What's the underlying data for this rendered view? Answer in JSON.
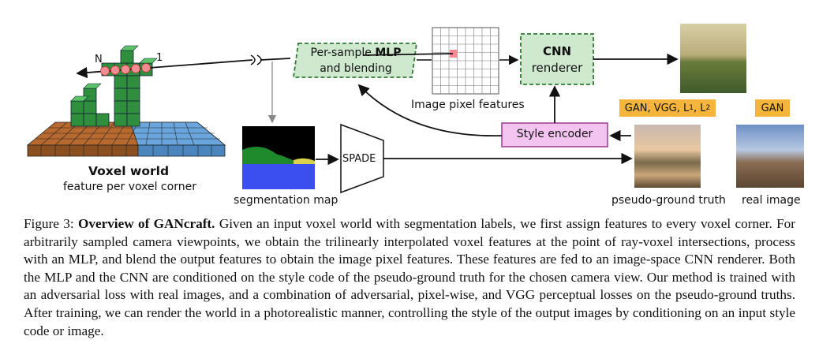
{
  "figure": {
    "voxel_title": "Voxel world",
    "voxel_subtitle": "feature per voxel corner",
    "ray_end_n": "N",
    "ray_end_1": "1",
    "mlp_line1_prefix": "Per-sample ",
    "mlp_line1_bold": "MLP",
    "mlp_line2": "and blending",
    "pixel_features_label": "Image pixel features",
    "cnn_title": "CNN",
    "cnn_sub": "renderer",
    "style_encoder": "Style encoder",
    "losses_pseudo_prefix": "GAN, VGG, L",
    "losses_pseudo_sub1": "1",
    "losses_pseudo_mid": ", L",
    "losses_pseudo_sub2": "2",
    "losses_real": "GAN",
    "segmentation_label": "segmentation map",
    "spade_label": "SPADE",
    "pseudo_label": "pseudo-ground truth",
    "real_label": "real image"
  },
  "caption": {
    "prefix": "Figure 3: ",
    "bold": "Overview of GANcraft.",
    "body": " Given an input voxel world with segmentation labels, we first assign features to every voxel corner. For arbitrarily sampled camera viewpoints, we obtain the trilinearly interpolated voxel features at the point of ray-voxel intersections, process with an MLP, and blend the output features to obtain the image pixel features. These features are fed to an image-space CNN renderer. Both the MLP and the CNN are conditioned on the style code of the pseudo-ground truth for the chosen camera view. Our method is trained with an adversarial loss with real images, and a combination of adversarial, pixel-wise, and VGG perceptual losses on the pseudo-ground truths. After training, we can render the world in a photorealistic manner, controlling the style of the output images by conditioning on an input style code or image."
  },
  "colors": {
    "brown": "#b86a2e",
    "blue": "#6aa6dd",
    "green": "#2f8f3c",
    "mlp_fill": "#cfe9cf",
    "cnn_fill": "#cfe9cf",
    "style_fill": "#f3c4ef",
    "badge": "#f5b43c",
    "ray_dot": "#f28b92"
  }
}
